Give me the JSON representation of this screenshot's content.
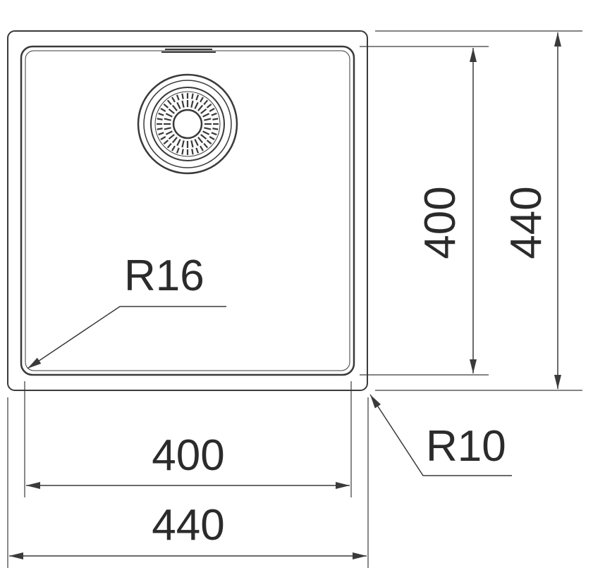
{
  "drawing": {
    "labels": {
      "inner_width": "400",
      "outer_width": "440",
      "inner_height": "400",
      "outer_height": "440",
      "inner_radius": "R16",
      "outer_radius": "R10"
    }
  },
  "colors": {
    "line": "#3a3a3a",
    "text": "#2b2b2b",
    "background": "#ffffff"
  }
}
